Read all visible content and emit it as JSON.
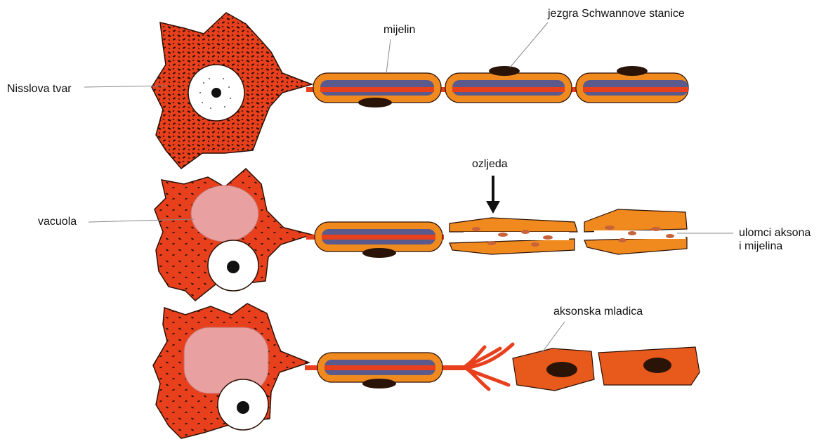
{
  "labels": {
    "nissl": "Nisslova tvar",
    "myelin": "mijelin",
    "schwann_nucleus": "jezgra Schwannove stanice",
    "vacuole": "vacuola",
    "injury": "ozljeda",
    "fragments_line1": "ulomci aksona",
    "fragments_line2": "i mijelina",
    "sprout": "aksonska mladica"
  },
  "colors": {
    "cell_body": "#e8401c",
    "cell_outline": "#2a0f05",
    "nissl_granule": "#2b1008",
    "myelin_sheath": "#f08a1e",
    "myelin_inner": "#5a5a8c",
    "axon": "#e8401c",
    "vacuole": "#e8a0a0",
    "nucleus": "#ffffff",
    "schwann_nucleus": "#2a1408",
    "leader_line": "#888888",
    "arrow": "#111111"
  }
}
